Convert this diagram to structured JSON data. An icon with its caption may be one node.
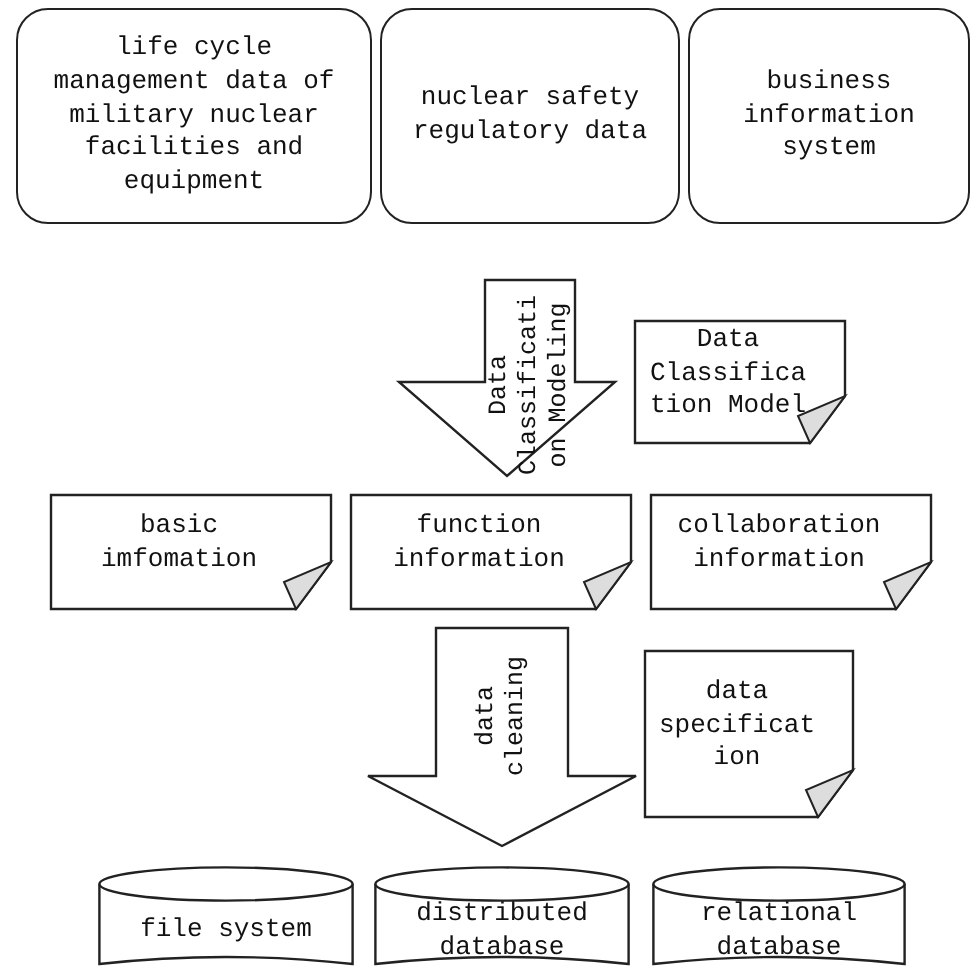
{
  "diagram": {
    "nodes": [
      {
        "text": [
          "life cycle management data of military nuclear facilities and equipment"
        ]
      },
      {
        "text": [
          "nuclear safety regulatory data"
        ]
      },
      {
        "text": [
          "business information system"
        ]
      },
      {
        "text": [
          "Data Classifica tion Model"
        ]
      },
      {
        "text": [
          "basic imfomation"
        ]
      },
      {
        "text": [
          "function information"
        ]
      },
      {
        "text": [
          "collaboration information"
        ]
      },
      {
        "text": [
          "data specificat ion"
        ]
      },
      {
        "text": [
          "file system"
        ]
      },
      {
        "text": [
          "distributed database"
        ]
      },
      {
        "text": [
          "relational database"
        ]
      }
    ],
    "edges": [
      {
        "from": 1,
        "to": 5,
        "arrow": "to",
        "label": "Data Classificati on Modeling",
        "style": "thick"
      },
      {
        "from": 5,
        "to": 9,
        "arrow": "to",
        "label": "data cleaning",
        "style": "thick"
      }
    ]
  }
}
